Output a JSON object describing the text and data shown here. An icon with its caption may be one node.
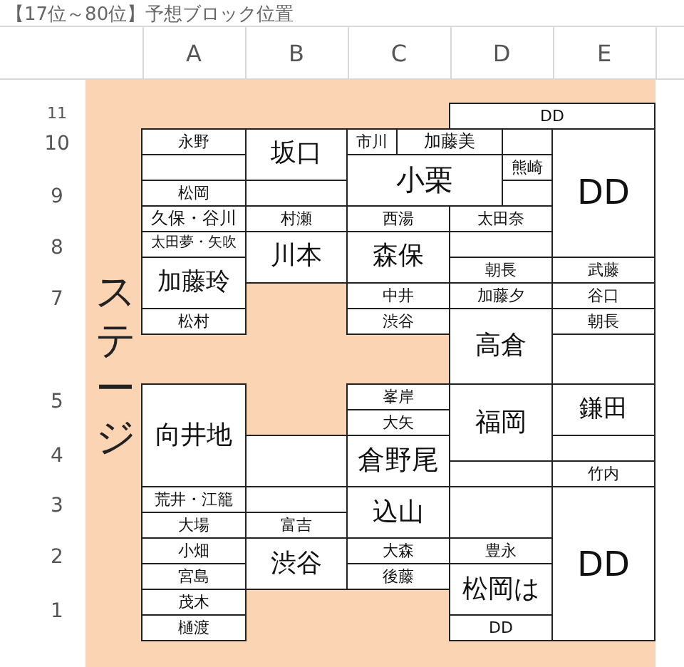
{
  "diagram": {
    "title": "【17位～80位】予想ブロック位置",
    "nodes": [
      {
        "text": [
          "DD"
        ]
      },
      {
        "text": [
          "永野"
        ]
      },
      {
        "text": [
          "坂口"
        ]
      },
      {
        "text": [
          "市川"
        ]
      },
      {
        "text": [
          "加藤美"
        ]
      },
      {
        "text": [],
        "shape": "box"
      },
      {
        "text": [
          "DD"
        ]
      },
      {
        "text": [],
        "shape": "box"
      },
      {
        "text": [
          "小栗"
        ]
      },
      {
        "text": [
          "熊崎"
        ]
      },
      {
        "text": [
          "松岡"
        ]
      },
      {
        "text": [],
        "shape": "box"
      },
      {
        "text": [],
        "shape": "box"
      },
      {
        "text": [
          "久保・谷川"
        ]
      },
      {
        "text": [
          "村瀬"
        ]
      },
      {
        "text": [
          "西湯"
        ]
      },
      {
        "text": [
          "太田奈"
        ]
      },
      {
        "text": [
          "太田夢・矢吹"
        ]
      },
      {
        "text": [
          "川本"
        ]
      },
      {
        "text": [
          "森保"
        ]
      },
      {
        "text": [],
        "shape": "box"
      },
      {
        "text": [
          "加藤玲"
        ]
      },
      {
        "text": [
          "朝長"
        ]
      },
      {
        "text": [
          "武藤"
        ]
      },
      {
        "text": [
          "中井"
        ]
      },
      {
        "text": [
          "加藤夕"
        ]
      },
      {
        "text": [
          "谷口"
        ]
      },
      {
        "text": [
          "松村"
        ]
      },
      {
        "text": [
          "渋谷"
        ]
      },
      {
        "text": [
          "高倉"
        ]
      },
      {
        "text": [
          "朝長"
        ]
      },
      {
        "text": [],
        "shape": "box"
      },
      {
        "text": [
          "向井地"
        ]
      },
      {
        "text": [
          "峯岸"
        ]
      },
      {
        "text": [
          "福岡"
        ]
      },
      {
        "text": [
          "鎌田"
        ]
      },
      {
        "text": [
          "大矢"
        ]
      },
      {
        "text": [],
        "shape": "box"
      },
      {
        "text": [
          "倉野尾"
        ]
      },
      {
        "text": [],
        "shape": "box"
      },
      {
        "text": [],
        "shape": "box"
      },
      {
        "text": [
          "竹内"
        ]
      },
      {
        "text": [
          "荒井・江籠"
        ]
      },
      {
        "text": [],
        "shape": "box"
      },
      {
        "text": [
          "込山"
        ]
      },
      {
        "text": [],
        "shape": "box"
      },
      {
        "text": [
          "DD"
        ]
      },
      {
        "text": [
          "大場"
        ]
      },
      {
        "text": [
          "富吉"
        ]
      },
      {
        "text": [
          "小畑"
        ]
      },
      {
        "text": [
          "渋谷"
        ]
      },
      {
        "text": [
          "大森"
        ]
      },
      {
        "text": [
          "豊永"
        ]
      },
      {
        "text": [
          "宮島"
        ]
      },
      {
        "text": [
          "後藤"
        ]
      },
      {
        "text": [
          "松岡は"
        ]
      },
      {
        "text": [
          "茂木"
        ]
      },
      {
        "text": [
          "樋渡"
        ]
      },
      {
        "text": [
          "DD"
        ]
      }
    ],
    "labels": [
      "A",
      "B",
      "C",
      "D",
      "E",
      "11",
      "10",
      "9",
      "8",
      "7",
      "ステージ",
      "5",
      "4",
      "3",
      "2",
      "1"
    ]
  }
}
